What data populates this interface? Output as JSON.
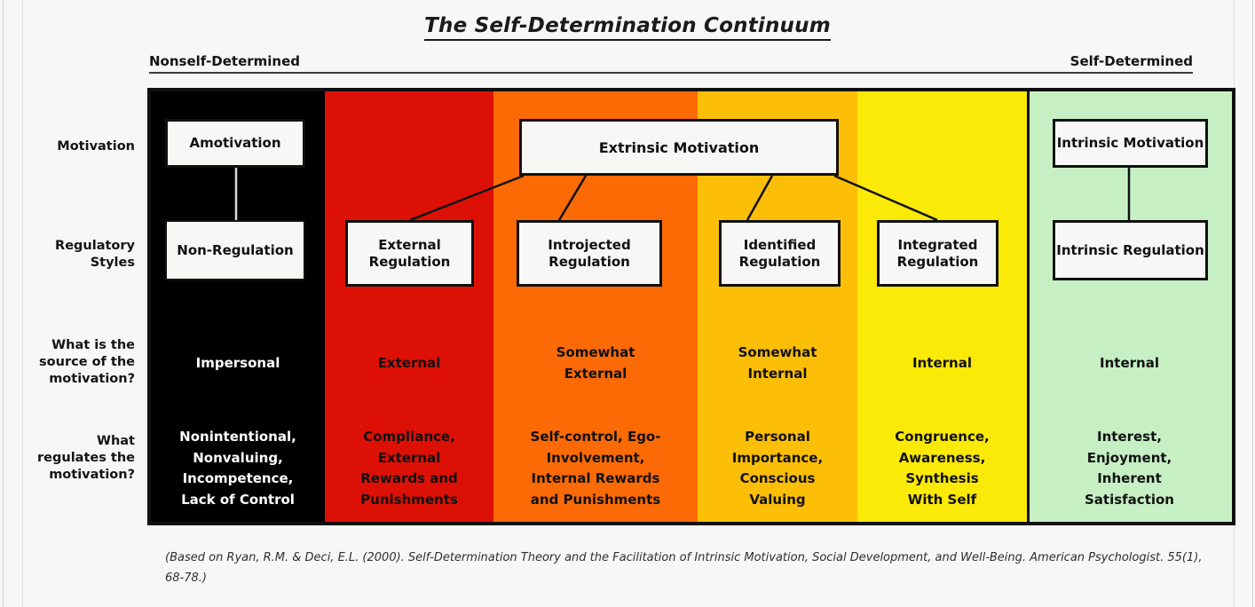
{
  "title": "The Self-Determination Continuum",
  "continuum": {
    "left_label": "Nonself-Determined",
    "right_label": "Self-Determined"
  },
  "row_labels": {
    "motivation": "Motivation",
    "regulatory_styles": "Regulatory\nStyles",
    "source": "What is the\nsource of the\nmotivation?",
    "regulates": "What\nregulates the\nmotivation?"
  },
  "colors": {
    "band_amotivation": "#000000",
    "band_external": "#dd1006",
    "band_introjected": "#fb6a05",
    "band_identified": "#fcbe06",
    "band_integrated": "#fbe907",
    "band_intrinsic": "#c6f0c4",
    "frame_border": "#111111",
    "node_fill": "#f7f7f5",
    "page_background": "#f7f7f7"
  },
  "motivation_nodes": [
    {
      "label": "Amotivation"
    },
    {
      "label": "Extrinsic Motivation"
    },
    {
      "label": "Intrinsic Motivation"
    }
  ],
  "regulation_nodes": [
    {
      "label": "Non-Regulation"
    },
    {
      "label": "External\nRegulation"
    },
    {
      "label": "Introjected\nRegulation"
    },
    {
      "label": "Identified\nRegulation"
    },
    {
      "label": "Integrated\nRegulation"
    },
    {
      "label": "Intrinsic Regulation"
    }
  ],
  "source_row": [
    {
      "text": "Impersonal"
    },
    {
      "text": "External"
    },
    {
      "text": "Somewhat\nExternal"
    },
    {
      "text": "Somewhat\nInternal"
    },
    {
      "text": "Internal"
    },
    {
      "text": "Internal"
    }
  ],
  "regulates_row": [
    {
      "text": "Nonintentional,\nNonvaluing,\nIncompetence,\nLack of Control"
    },
    {
      "text": "Compliance,\nExternal\nRewards and\nPunishments"
    },
    {
      "text": "Self-control, Ego-\nInvolvement,\nInternal Rewards\nand Punishments"
    },
    {
      "text": "Personal\nImportance,\nConscious\nValuing"
    },
    {
      "text": "Congruence,\nAwareness,\nSynthesis\nWith Self"
    },
    {
      "text": "Interest,\nEnjoyment,\nInherent\nSatisfaction"
    }
  ],
  "citation": "(Based on Ryan, R.M. & Deci, E.L. (2000). Self-Determination Theory and the Facilitation of Intrinsic Motivation, Social Development, and Well-Being. American Psychologist.  55(1), 68-78.)"
}
